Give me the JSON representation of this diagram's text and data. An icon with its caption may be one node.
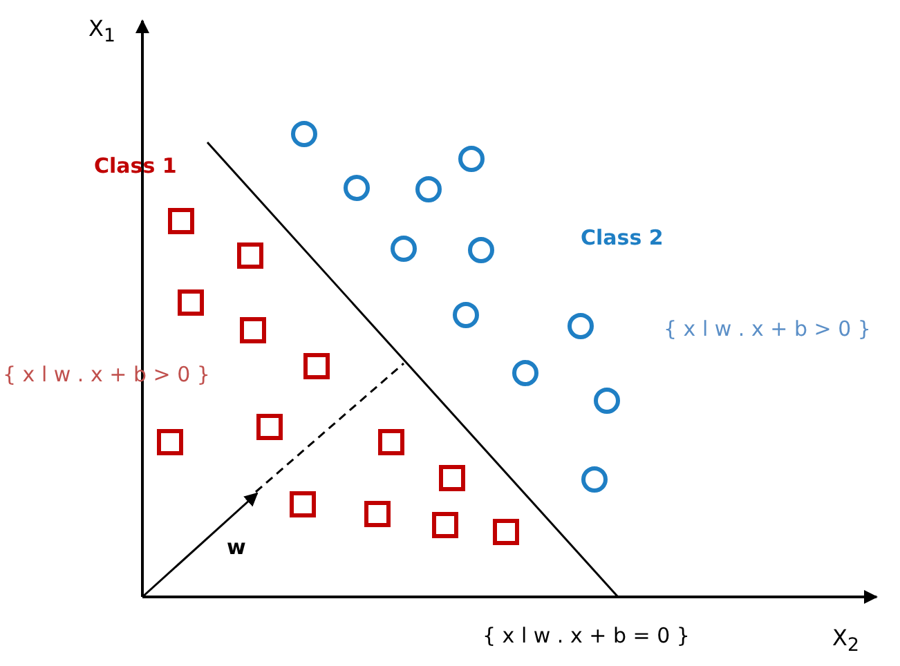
{
  "diagram": {
    "labels": [
      "X$_{1}$",
      "Class 1",
      "Class 2",
      "{ x l w . x + b > 0 }",
      "{ x l w . x + b > 0 }",
      "w",
      "{ x l w . x + b = 0 }",
      "X$_{2}$"
    ]
  }
}
